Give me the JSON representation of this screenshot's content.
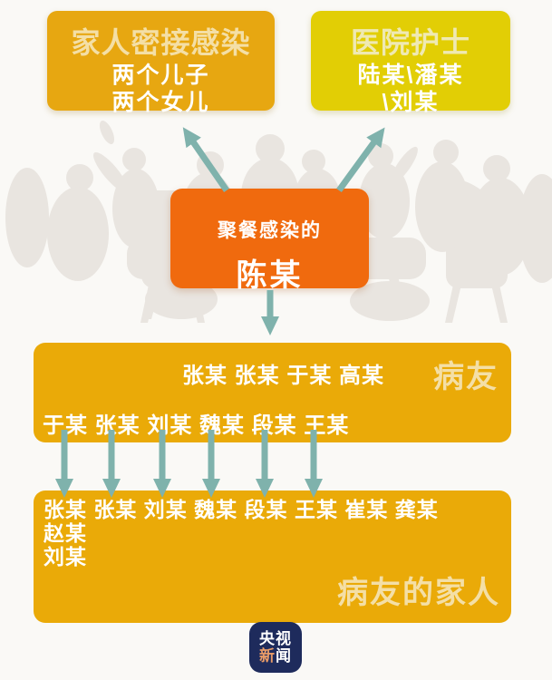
{
  "colors": {
    "bg": "#FAF9F6",
    "amber": "#E7A711",
    "amber_big": "#EAAA08",
    "yellow": "#E2CE05",
    "orange": "#F06A0E",
    "teal": "#7FB2AC",
    "cream_amber": "#F4DFA6",
    "cream_yellow": "#EFE9B3",
    "silhouette": "#E9E5E0",
    "logo_navy": "#1E2B5C",
    "logo_accent": "#E89B67",
    "white": "#FFFFFF"
  },
  "top_left_box": {
    "title": "家人密接感染",
    "lines": [
      "两个儿子",
      "两个女儿"
    ]
  },
  "top_right_box": {
    "title": "医院护士",
    "lines": [
      "陆某\\潘某",
      "\\刘某"
    ]
  },
  "center_box": {
    "subtitle": "聚餐感染的",
    "name": "陈某"
  },
  "patients_box": {
    "title": "病友",
    "row_top": [
      "张某",
      "张某",
      "于某",
      "高某"
    ],
    "row_bottom": [
      "于某",
      "张某",
      "刘某",
      "魏某",
      "段某",
      "王某"
    ]
  },
  "families_box": {
    "title": "病友的家人",
    "row1": [
      "张某",
      "张某",
      "刘某",
      "魏某",
      "段某",
      "王某",
      "崔某",
      "龚某"
    ],
    "row2": "赵某",
    "row3": "刘某"
  },
  "logo": {
    "line1": "央视",
    "line2_char1": "新",
    "line2_char2": "闻"
  }
}
